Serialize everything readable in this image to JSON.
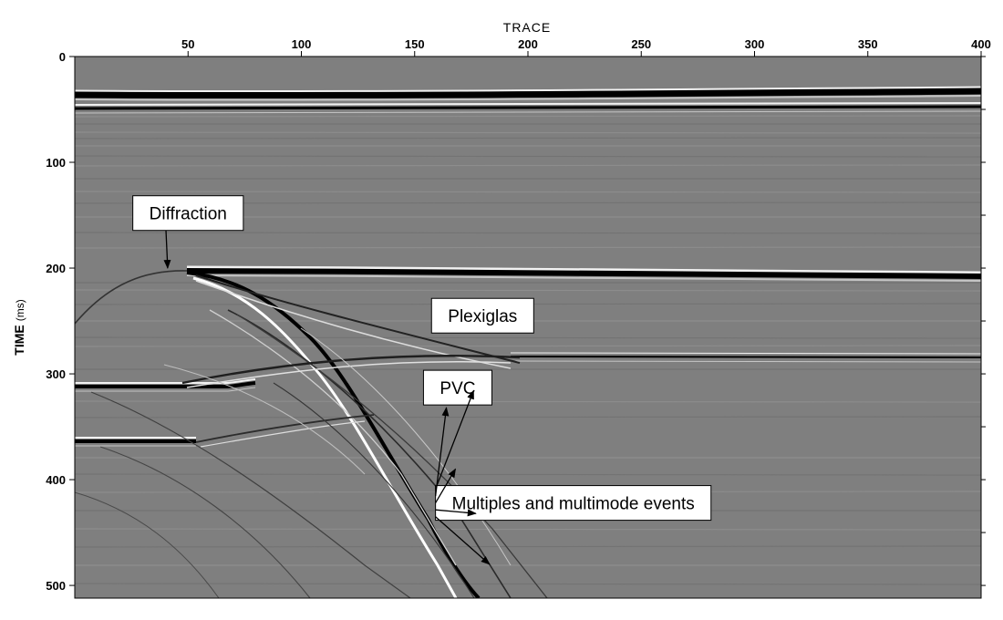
{
  "chart_data": {
    "type": "seismic-section",
    "xlabel": "TRACE",
    "ylabel_main": "TIME",
    "ylabel_unit": "(ms)",
    "xlim": [
      0,
      400
    ],
    "ylim": [
      0,
      512
    ],
    "x_ticks": [
      50,
      100,
      150,
      200,
      250,
      300,
      350,
      400
    ],
    "y_ticks": [
      0,
      100,
      200,
      300,
      400,
      500
    ],
    "y_minor_step": 50,
    "grid": false,
    "annotations": [
      {
        "id": "diffraction",
        "text": "Diffraction",
        "box_at": [
          50,
          148
        ],
        "arrows_to": [
          [
            41,
            200
          ]
        ]
      },
      {
        "id": "plexiglas",
        "text": "Plexiglas",
        "box_at": [
          180,
          245
        ],
        "arrows_to": []
      },
      {
        "id": "pvc",
        "text": "PVC",
        "box_at": [
          169,
          313
        ],
        "arrows_to": []
      },
      {
        "id": "multiples",
        "text": "Multiples and multimode events",
        "box_at": [
          220,
          422
        ],
        "arrows_to": [
          [
            176,
            316
          ],
          [
            164,
            332
          ],
          [
            168,
            390
          ],
          [
            177,
            432
          ],
          [
            183,
            480
          ]
        ]
      }
    ]
  },
  "colors": {
    "background": "#7f7f7f",
    "reflector_dark": "#000000",
    "reflector_light": "#ffffff"
  }
}
